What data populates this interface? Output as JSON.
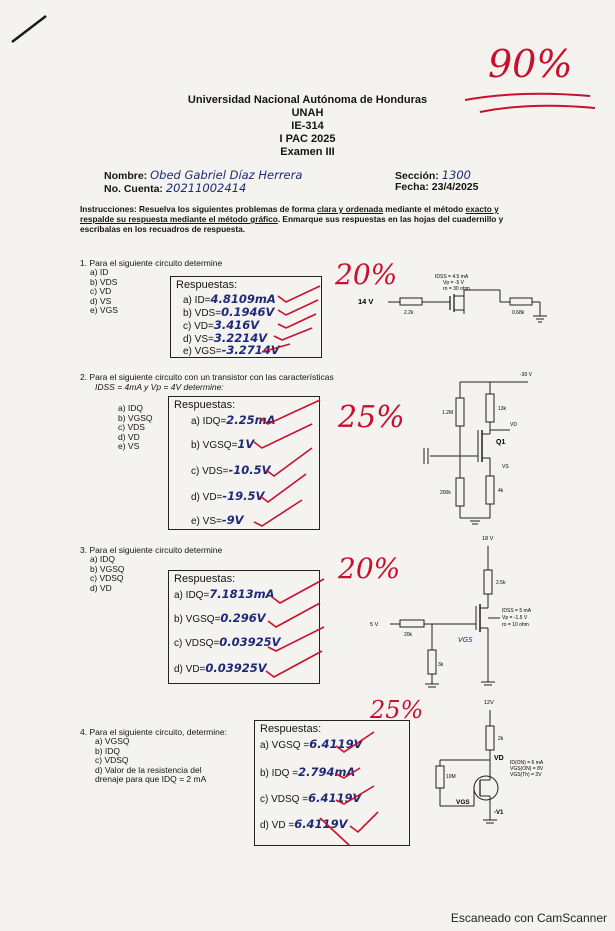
{
  "header": {
    "university": "Universidad Nacional Autónoma de Honduras",
    "org": "UNAH",
    "course": "IE-314",
    "period": "I PAC 2025",
    "exam": "Examen III"
  },
  "student": {
    "name_label": "Nombre:",
    "name_value": "Obed Gabriel Díaz Herrera",
    "account_label": "No. Cuenta:",
    "account_value": "20211002414",
    "section_label": "Sección:",
    "section_value": "1300",
    "date_label": "Fecha: 23/4/2025"
  },
  "total_grade": "90%",
  "instructions": {
    "prefix": "Instrucciones: Resuelva los siguientes problemas de forma ",
    "u1": "clara y ordenada",
    "mid": " mediante el método ",
    "u2": "exacto y respalde su respuesta mediante el método gráfico",
    "suffix": ". Enmarque sus respuestas en las hojas del cuadernillo y escríbalas en los recuadros de respuesta."
  },
  "questions": [
    {
      "text": "1. Para el siguiente circuito determine",
      "items": [
        "a)  ID",
        "b)  VDS",
        "c)  VD",
        "d)  VS",
        "e)  VGS"
      ],
      "box_title": "Respuestas:",
      "answers": [
        {
          "label": "a) ID=",
          "value": "4.8109mA"
        },
        {
          "label": "b) VDS=",
          "value": "0.1946V"
        },
        {
          "label": "c) VD=",
          "value": "3.416V"
        },
        {
          "label": "d) VS=",
          "value": "3.2214V"
        },
        {
          "label": "e) VGS=",
          "value": "-3.2714V"
        }
      ],
      "grade": "20%",
      "circuit": {
        "source": "14 V",
        "r1": "2.2k",
        "r2": "0.68k",
        "specs": [
          "IDSS = 4.5 mA",
          "Vp = -5 V",
          "ro = 30 ohm"
        ]
      }
    },
    {
      "text": "2. Para el siguiente circuito con un transistor con las características",
      "text2": "IDSS = 4mA y Vp = 4V determine:",
      "items": [
        "a)  IDQ",
        "b)  VGSQ",
        "c)  VDS",
        "d)  VD",
        "e)  VS"
      ],
      "box_title": "Respuestas:",
      "answers": [
        {
          "label": "a) IDQ=",
          "value": "2.25mA"
        },
        {
          "label": "b) VGSQ=",
          "value": "1V"
        },
        {
          "label": "c) VDS=",
          "value": "-10.5V"
        },
        {
          "label": "d) VD=",
          "value": "-19.5V"
        },
        {
          "label": "e) VS=",
          "value": "-9V"
        }
      ],
      "grade": "25%",
      "circuit": {
        "vdd": "-30 V",
        "r1": "1.2M",
        "r2": "200k",
        "rd": "13k",
        "rs": "4k",
        "q": "Q1",
        "vd": "VD",
        "vs": "VS"
      }
    },
    {
      "text": "3. Para el siguiente circuito determine",
      "items": [
        "a)  IDQ",
        "b)  VGSQ",
        "c)  VDSQ",
        "d)  VD"
      ],
      "box_title": "Respuestas:",
      "answers": [
        {
          "label": "a) IDQ=",
          "value": "7.1813mA"
        },
        {
          "label": "b) VGSQ=",
          "value": "0.296V"
        },
        {
          "label": "c) VDSQ=",
          "value": "0.03925V"
        },
        {
          "label": "d) VD=",
          "value": "0.03925V"
        }
      ],
      "grade": "20%",
      "circuit": {
        "vdd": "18 V",
        "vin": "5 V",
        "rg": "20k",
        "rd": "2.5k",
        "rs": "3k",
        "specs": [
          "IDSS = 5 mA",
          "Vp = -1.5 V",
          "ro = 10 ohm"
        ],
        "vgs": "VGS"
      }
    },
    {
      "text": "4. Para el siguiente circuito, determine:",
      "items": [
        "a)  VGSQ",
        "b)  IDQ",
        "c)  VDSQ",
        "d)  Valor de la resistencia del",
        "     drenaje para que IDQ = 2 mA"
      ],
      "box_title": "Respuestas:",
      "answers": [
        {
          "label": "a) VGSQ =",
          "value": "6.4119V"
        },
        {
          "label": "b) IDQ =",
          "value": "2.794mA"
        },
        {
          "label": "c) VDSQ =",
          "value": "6.4119V"
        },
        {
          "label": "d) VD =",
          "value": "6.4119V"
        }
      ],
      "grade": "25%",
      "circuit": {
        "vdd": "12V",
        "rd": "2k",
        "rg": "10M",
        "vd": "VD",
        "specs": [
          "ID(ON) = 6 mA",
          "VGS(ON) = 8V",
          "VGS(Th) = 3V"
        ],
        "vgs": "VGS",
        "vs": "-V1"
      }
    }
  ],
  "footer": "Escaneado con CamScanner",
  "colors": {
    "ink": "#1e2a78",
    "grade": "#c8102e",
    "paper": "#f4f3ef"
  }
}
